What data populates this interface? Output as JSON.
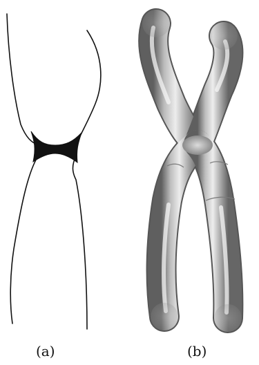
{
  "panels": [
    {
      "id": "a",
      "label": "(a)"
    },
    {
      "id": "b",
      "label": "(b)"
    }
  ],
  "colors": {
    "outline": "#111111",
    "surface_light": "#e8e8e8",
    "surface_mid": "#a6a6a6",
    "surface_dark": "#5f5f5f",
    "surface_stroke": "#555555"
  }
}
